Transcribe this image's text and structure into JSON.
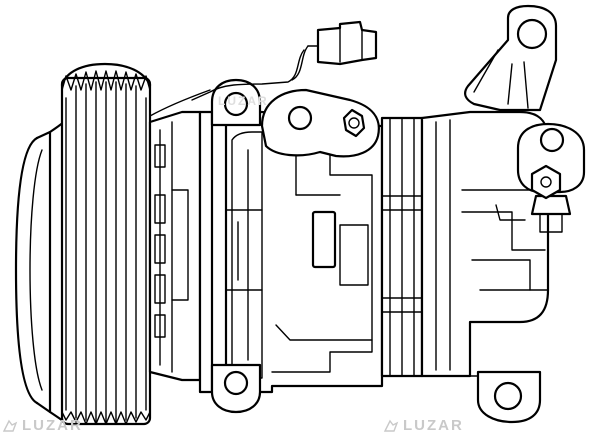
{
  "watermark": {
    "text": "LUZAR",
    "color": "#c9c9c9"
  },
  "colors": {
    "line": "#000000",
    "background": "#ffffff"
  },
  "parts": {
    "pulley": "ribbed pulley",
    "clutch": "clutch plate",
    "body": "compressor body",
    "connector": "electrical connector",
    "ports": "refrigerant port block",
    "mounts": "mounting ears"
  }
}
